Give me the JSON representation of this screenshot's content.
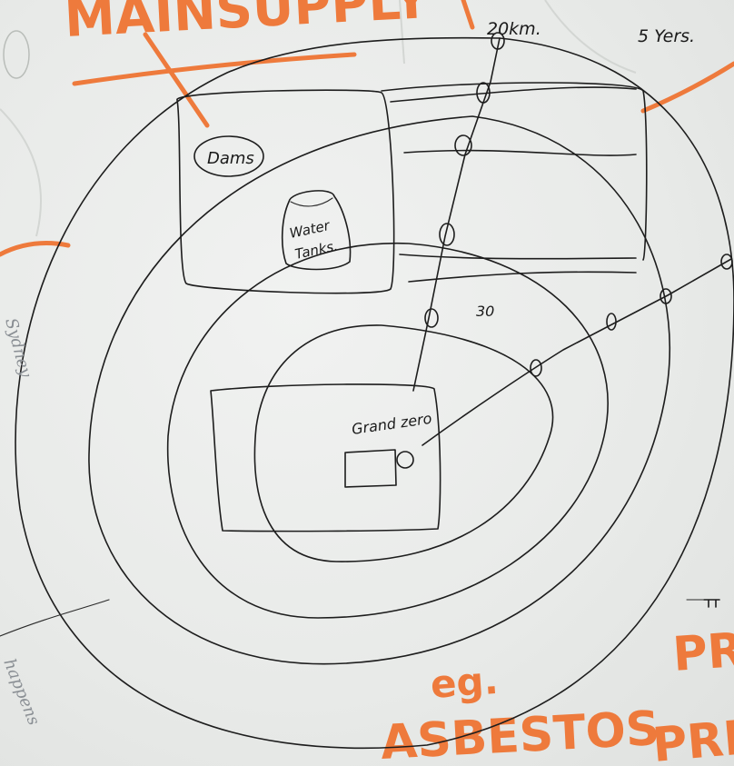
{
  "header_text": "MAINSUPPLY",
  "labels": {
    "distance": "20km.",
    "years": "5 Yers.",
    "dams": "Dams",
    "water_tanks_line1": "Water",
    "water_tanks_line2": "Tanks.",
    "ring_label": "30",
    "ground_zero": "Grand zero",
    "eg": "eg.",
    "asbestos": "ASBESTOS",
    "pri_top": "PR",
    "pri_bottom": "PRI",
    "left_margin_1": "Sydney",
    "left_margin_2": "happens"
  },
  "colors": {
    "paper": "#e9ebe9",
    "ink": "#1d1d1d",
    "marker": "#ee7a3c"
  }
}
